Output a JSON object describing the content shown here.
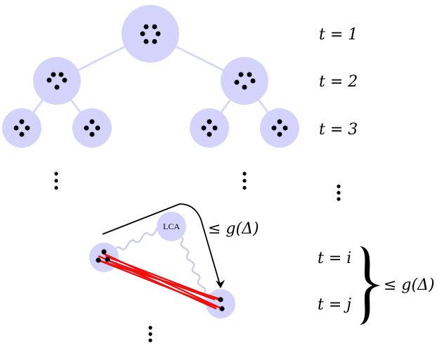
{
  "labels": {
    "t1": "t = 1",
    "t2": "t = 2",
    "t3": "t = 3",
    "ti": "t = i",
    "tj": "t = j",
    "bound_path": "≤ g(Δ)",
    "bound_brace": "≤ g(Δ)",
    "lca": "LCA"
  },
  "colors": {
    "node_fill": "#d3d3fb",
    "edge": "#d8d8f8",
    "wavy_path": "#c9c9f0",
    "red_lines": "#ee1111",
    "dot": "#000000"
  },
  "icons": {
    "vertical_ellipsis": "vertical-ellipsis-icon",
    "curly_brace": "right-curly-brace-icon"
  }
}
